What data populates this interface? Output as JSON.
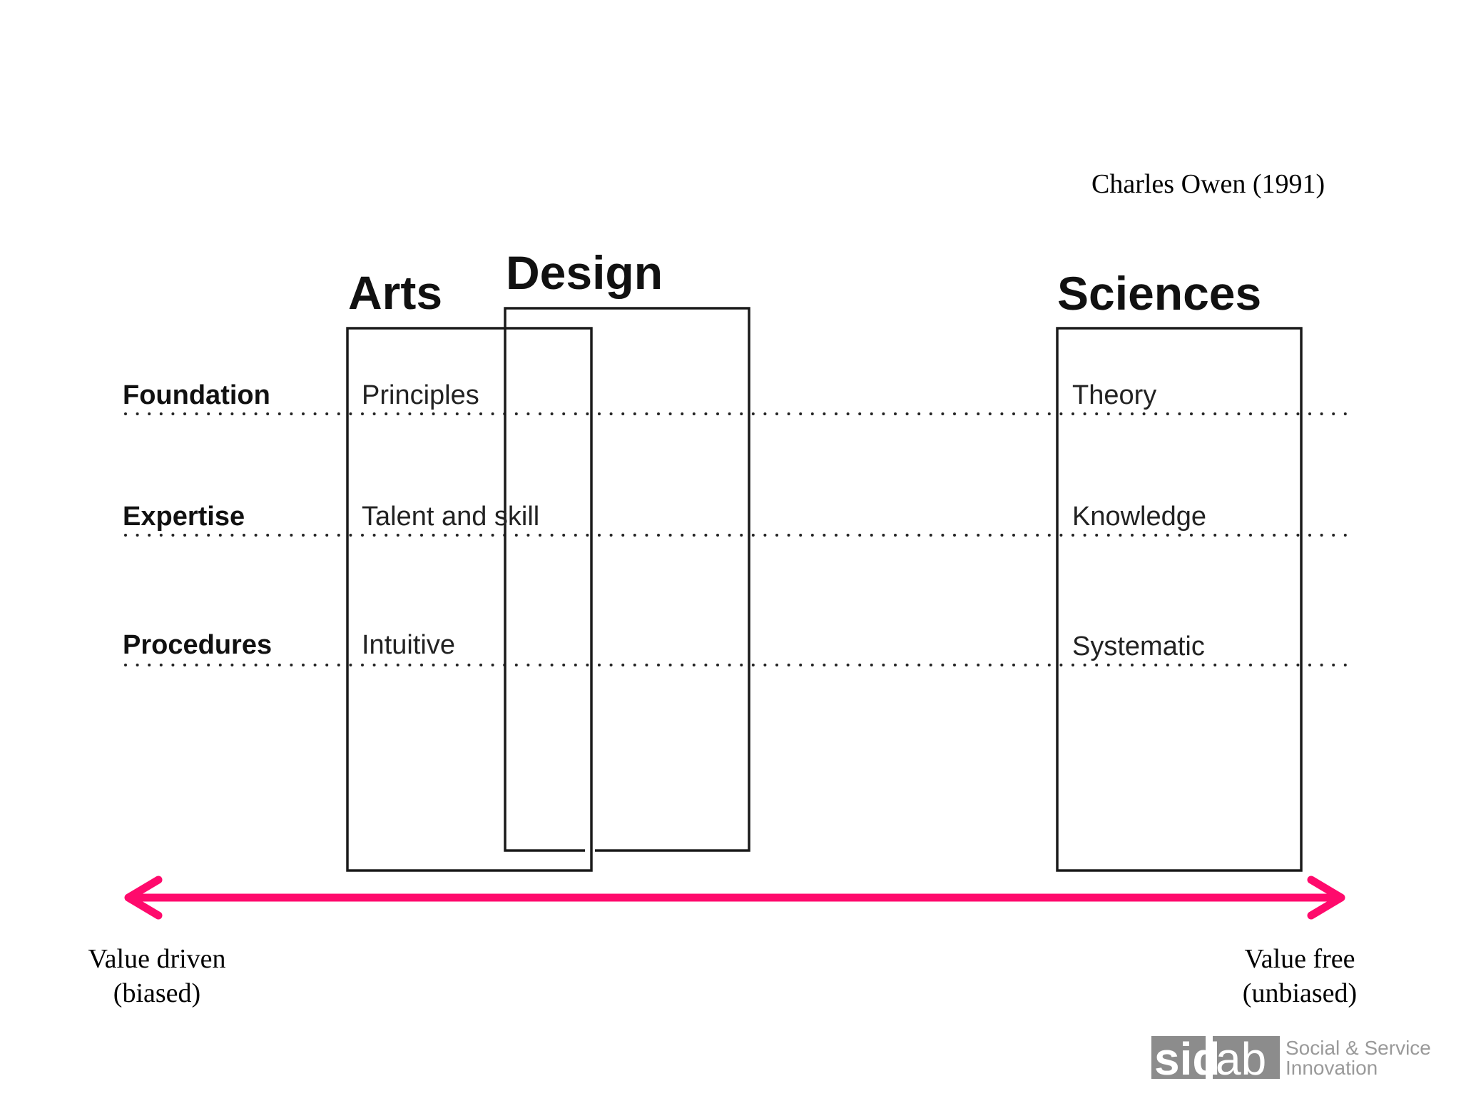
{
  "citation": "Charles Owen (1991)",
  "columns": {
    "arts": "Arts",
    "design": "Design",
    "sciences": "Sciences"
  },
  "rows": [
    {
      "label": "Foundation",
      "arts": "Principles",
      "sciences": "Theory"
    },
    {
      "label": "Expertise",
      "arts": "Talent and skill",
      "sciences": "Knowledge"
    },
    {
      "label": "Procedures",
      "arts": "Intuitive",
      "sciences": "Systematic"
    }
  ],
  "axis": {
    "left_line1": "Value driven",
    "left_line2": "(biased)",
    "right_line1": "Value free",
    "right_line2": "(unbiased)",
    "color": "#ff0a6c"
  },
  "logo": {
    "mark_left": "sid",
    "mark_right": "ab",
    "tagline_line1": "Social & Service",
    "tagline_line2": "Innovation"
  }
}
